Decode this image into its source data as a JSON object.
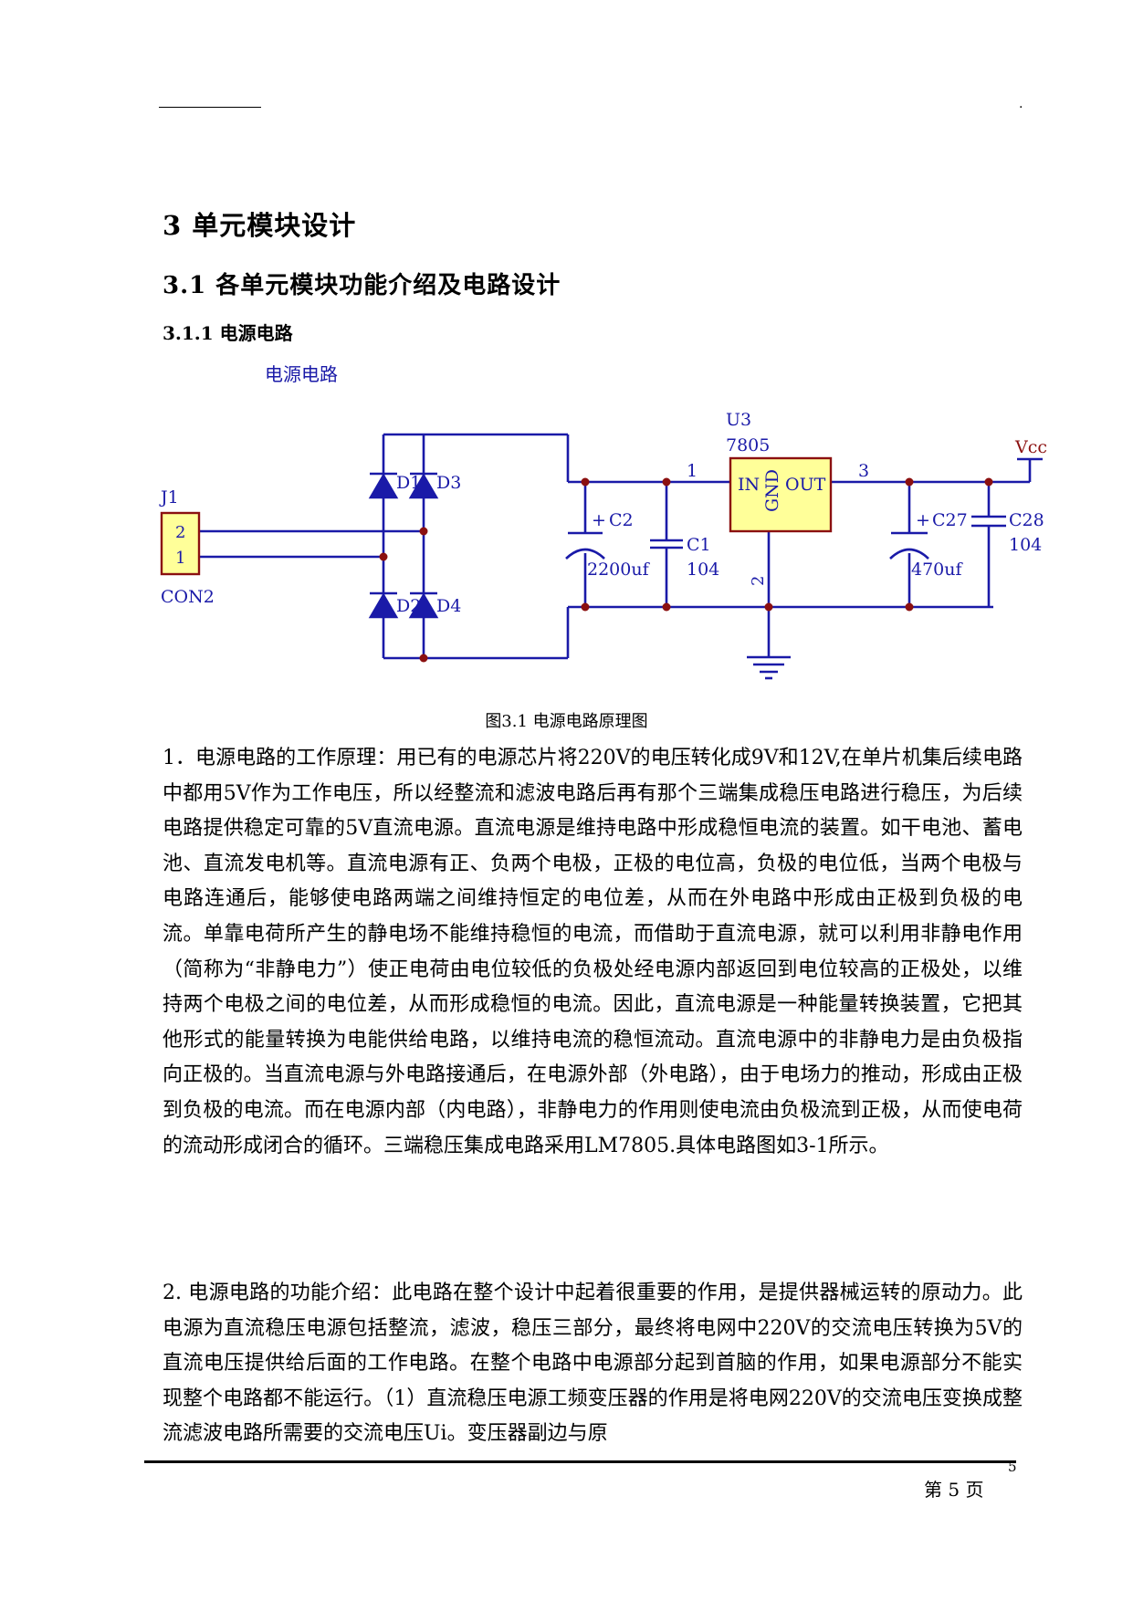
{
  "header": {
    "mark": "."
  },
  "headings": {
    "chapter": "3  单元模块设计",
    "section": "3.1  各单元模块功能介绍及电路设计",
    "subsection": "3.1.1  电源电路"
  },
  "figure": {
    "schematic_title": "电源电路",
    "caption": "图3.1  电源电路原理图",
    "labels": {
      "u3": "U3",
      "u3_part": "7805",
      "pin_in": "IN",
      "pin_gnd": "GND",
      "pin_out": "OUT",
      "node_1": "1",
      "node_2": "2",
      "node_3": "3",
      "vcc": "Vcc",
      "j1": "J1",
      "j1_pin2": "2",
      "j1_pin1": "1",
      "con2": "CON2",
      "d1": "D1",
      "d2": "D2",
      "d3": "D3",
      "d4": "D4",
      "c2_plus": "+",
      "c2": "C2",
      "c2_val": "2200uf",
      "c1": "C1",
      "c1_val": "104",
      "c27_plus": "+",
      "c27": "C27",
      "c27_val": "470uf",
      "c28": "C28",
      "c28_val": "104"
    }
  },
  "body": {
    "para1": "1．电源电路的工作原理：用已有的电源芯片将220V的电压转化成9V和12V,在单片机集后续电路中都用5V作为工作电压，所以经整流和滤波电路后再有那个三端集成稳压电路进行稳压，为后续电路提供稳定可靠的5V直流电源。直流电源是维持电路中形成稳恒电流的装置。如干电池、蓄电池、直流发电机等。直流电源有正、负两个电极，正极的电位高，负极的电位低，当两个电极与电路连通后，能够使电路两端之间维持恒定的电位差，从而在外电路中形成由正极到负极的电流。单靠电荷所产生的静电场不能维持稳恒的电流，而借助于直流电源，就可以利用非静电作用（简称为“非静电力”）使正电荷由电位较低的负极处经电源内部返回到电位较高的正极处，以维持两个电极之间的电位差，从而形成稳恒的电流。因此，直流电源是一种能量转换装置，它把其他形式的能量转换为电能供给电路，以维持电流的稳恒流动。直流电源中的非静电力是由负极指向正极的。当直流电源与外电路接通后，在电源外部（外电路），由于电场力的推动，形成由正极到负极的电流。而在电源内部（内电路），非静电力的作用则使电流由负极流到正极，从而使电荷的流动形成闭合的循环。三端稳压集成电路采用LM7805.具体电路图如3-1所示。",
    "para2": "2. 电源电路的功能介绍：此电路在整个设计中起着很重要的作用，是提供器械运转的原动力。此电源为直流稳压电源包括整流，滤波，稳压三部分，最终将电网中220V的交流电压转换为5V的直流电压提供给后面的工作电路。在整个电路中电源部分起到首脑的作用，如果电源部分不能实现整个电路都不能运行。（1）直流稳压电源工频变压器的作用是将电网220V的交流电压变换成整流滤波电路所需要的交流电压Ui。变压器副边与原"
  },
  "footer": {
    "small_number": "5",
    "page_label": "第 5 页"
  },
  "colors": {
    "wire": "#1a1aa8",
    "label": "#1a1aa8",
    "junction": "#8b1010",
    "component_outline": "#8b1010",
    "regulator_fill": "#ffff99",
    "capacitor_plate": "#1a1aa8"
  }
}
